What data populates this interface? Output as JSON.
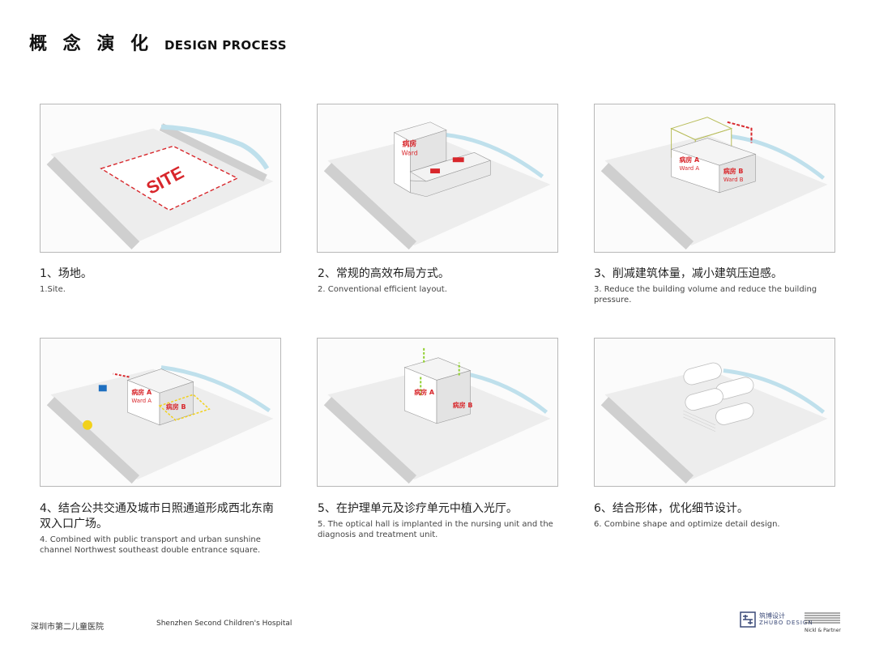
{
  "header": {
    "title_cn": "概 念 演 化",
    "title_en": "DESIGN PROCESS"
  },
  "panels": [
    {
      "cn": "1、场地。",
      "en": "1.Site.",
      "labels": {
        "site": "SITE"
      }
    },
    {
      "cn": "2、常规的高效布局方式。",
      "en": "2. Conventional efficient layout.",
      "labels": {
        "ward_cn": "病房",
        "ward_en": "Ward"
      }
    },
    {
      "cn": "3、削减建筑体量，减小建筑压迫感。",
      "en": "3. Reduce the building volume and reduce the building pressure.",
      "labels": {
        "ward_a": "病房 A",
        "ward_a_en": "Ward A",
        "ward_b": "病房 B",
        "ward_b_en": "Ward B"
      }
    },
    {
      "cn": "4、结合公共交通及城市日照通道形成西北东南双入口广场。",
      "en": "4. Combined with public transport and urban sunshine channel Northwest southeast double entrance square.",
      "labels": {
        "ward_a": "病房 A",
        "ward_a_en": "Ward A",
        "ward_b": "病房 B"
      }
    },
    {
      "cn": "5、在护理单元及诊疗单元中植入光厅。",
      "en": "5. The optical hall is implanted in the nursing unit and the diagnosis and treatment unit.",
      "labels": {
        "ward_a": "病房 A",
        "ward_b": "病房 B"
      }
    },
    {
      "cn": "6、结合形体，优化细节设计。",
      "en": "6. Combine shape and optimize detail design."
    }
  ],
  "footer": {
    "hospital_cn": "深圳市第二儿童医院",
    "hospital_en": "Shenzhen Second Children's Hospital"
  },
  "logos": {
    "logo1_cn": "筑博设计",
    "logo1_en": "ZHUBO DESIGN",
    "logo2_text": "Nickl & Partner"
  },
  "colors": {
    "accent_red": "#d8262b",
    "yellow": "#f2d11a",
    "road_gray": "#c9c9c9",
    "river_blue": "#bfe0ec"
  }
}
